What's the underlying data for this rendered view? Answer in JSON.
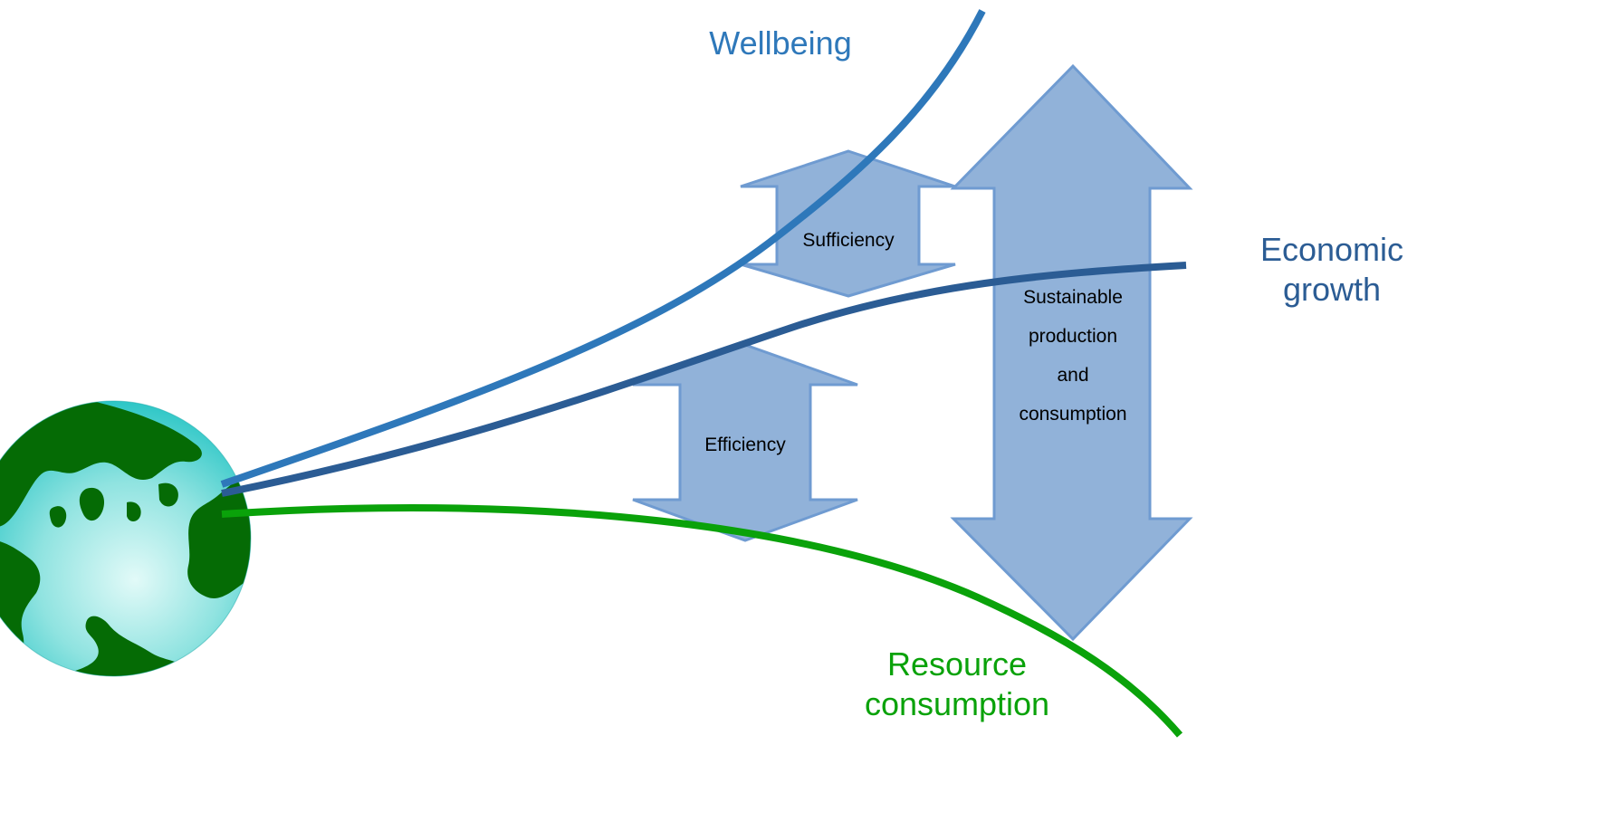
{
  "colors": {
    "wellbeing": "#2E78BA",
    "economic_growth": "#2B5C94",
    "resource_consumption": "#0AA20A",
    "arrow_fill": "#91B2D9",
    "arrow_stroke": "#6F9BD1",
    "land": "#056B05",
    "ocean": "#2CC6C6",
    "ocean_light": "#E2FAF8"
  },
  "curves": {
    "wellbeing": {
      "label": "Wellbeing"
    },
    "economic_growth": {
      "label_line1": "Economic",
      "label_line2": "growth"
    },
    "resource_consumption": {
      "label_line1": "Resource",
      "label_line2": "consumption"
    }
  },
  "arrows": {
    "sufficiency": {
      "label": "Sufficiency"
    },
    "efficiency": {
      "label": "Efficiency"
    },
    "sustainable": {
      "label_line1": "Sustainable",
      "label_line2": "production",
      "label_line3": "and",
      "label_line4": "consumption"
    }
  },
  "globe": {
    "icon": "globe-icon"
  }
}
